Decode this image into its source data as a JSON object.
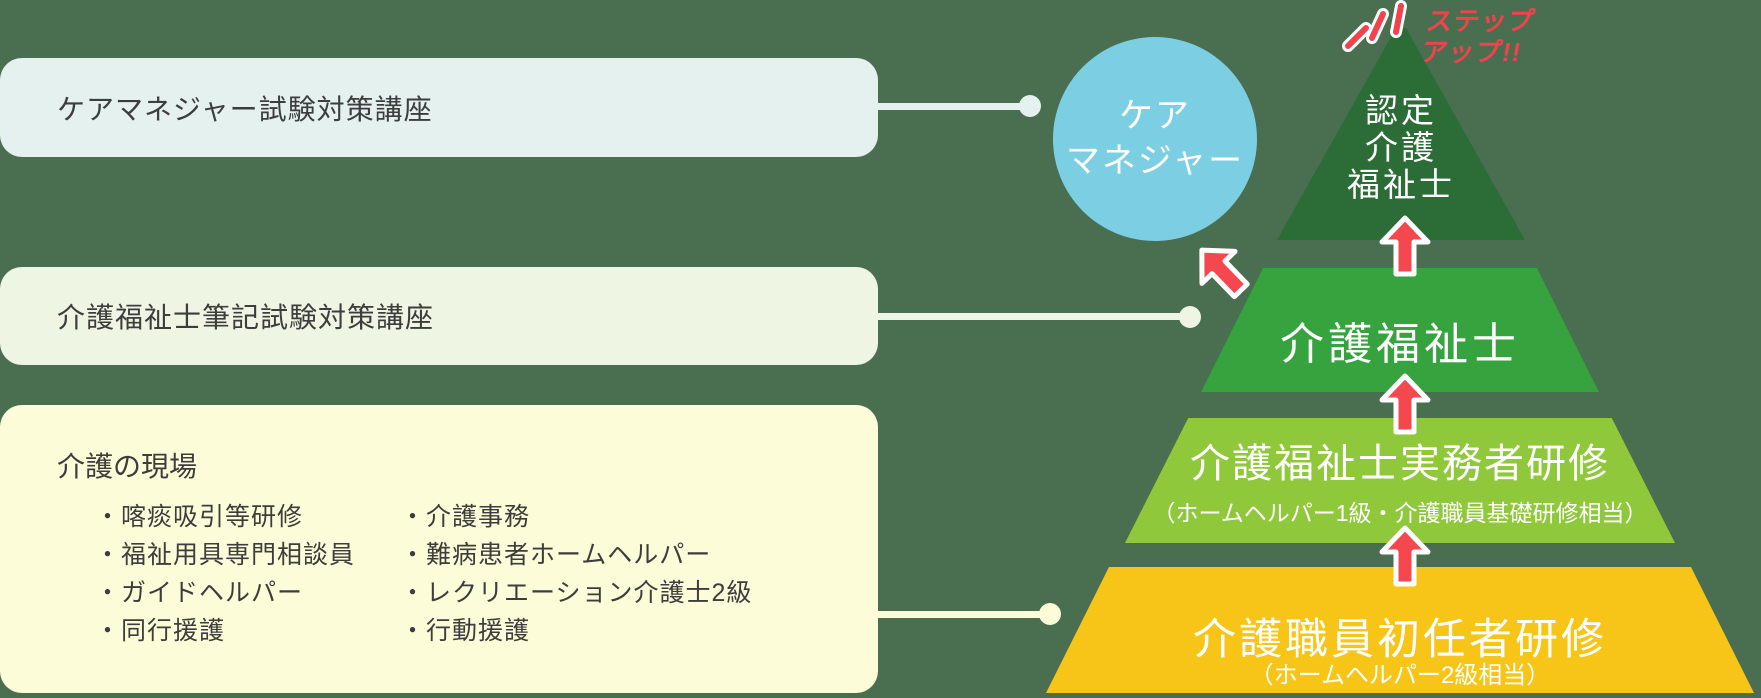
{
  "colors": {
    "background": "#4a6f50",
    "box_blue": "#e5f1ee",
    "box_green": "#eef5e2",
    "box_yellow": "#fdfcd8",
    "box_text": "#3d3d3d",
    "circle_blue": "#7ccfe3",
    "tier1_dark_green": "#2b6c37",
    "tier2_green": "#36a33e",
    "tier3_yellow_green": "#8fc83a",
    "tier4_yellow": "#f7c517",
    "arrow_red": "#f4484e",
    "arrow_outline": "#ffffff",
    "stepup_red": "#f2424c",
    "tier_text": "#ffffff"
  },
  "left_boxes": [
    {
      "label": "ケアマネジャー試験対策講座"
    },
    {
      "label": "介護福祉士筆記試験対策講座"
    },
    {
      "title": "介護の現場",
      "bullets_col1": [
        "・喀痰吸引等研修",
        "・福祉用具専門相談員",
        "・ガイドヘルパー",
        "・同行援護"
      ],
      "bullets_col2": [
        "・介護事務",
        "・難病患者ホームヘルパー",
        "・レクリエーション介護士2級",
        "・行動援護"
      ]
    }
  ],
  "care_manager_circle": {
    "line1": "ケア",
    "line2": "マネジャー"
  },
  "step_up_label": {
    "line1": "ステップ",
    "line2": "アップ!!"
  },
  "pyramid": {
    "tiers": [
      {
        "name": "認定介護福祉士",
        "lines": [
          "認定",
          "介護",
          "福祉士"
        ]
      },
      {
        "title": "介護福祉士"
      },
      {
        "title": "介護福祉士実務者研修",
        "subtitle": "（ホームヘルパー1級・介護職員基礎研修相当）"
      },
      {
        "title": "介護職員初任者研修",
        "subtitle": "（ホームヘルパー2級相当）"
      }
    ]
  }
}
